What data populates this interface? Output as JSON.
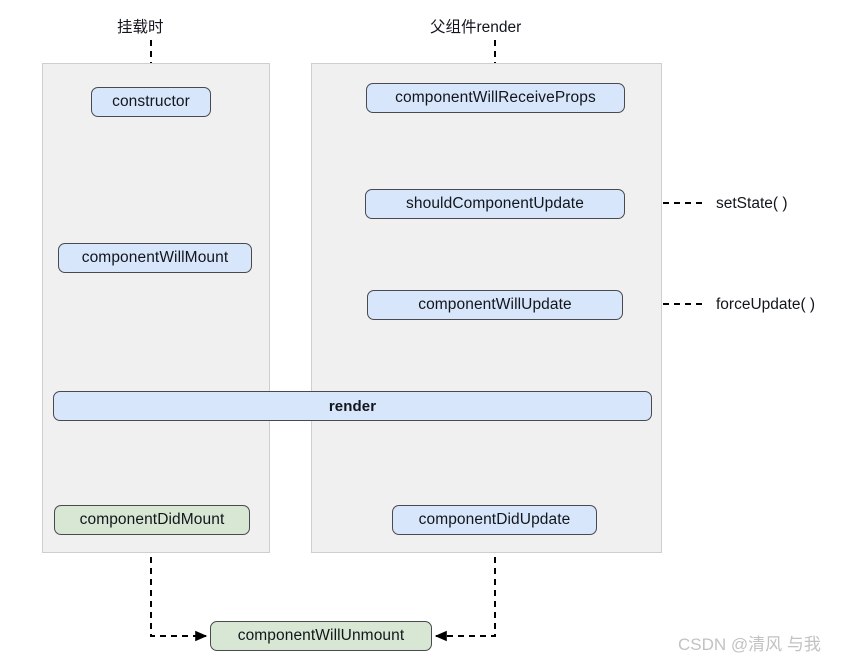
{
  "diagram": {
    "title_mount": "挂载时",
    "title_update": "父组件render",
    "watermark": "CSDN @清风 与我",
    "colors": {
      "blue_fill": "#d8e6fb",
      "green_fill": "#d7e7d3",
      "node_border": "#49494f",
      "panel_fill": "#f0f0f0",
      "panel_border": "#cfcfcf",
      "arrow": "#000000",
      "watermark": "#c2c2c2"
    },
    "mount_panel": {
      "nodes": [
        {
          "label": "constructor",
          "style": "blue"
        },
        {
          "label": "componentWillMount",
          "style": "blue"
        },
        {
          "label": "componentDidMount",
          "style": "green"
        }
      ]
    },
    "update_panel": {
      "nodes": [
        {
          "label": "componentWillReceiveProps",
          "style": "blue"
        },
        {
          "label": "shouldComponentUpdate",
          "style": "blue"
        },
        {
          "label": "componentWillUpdate",
          "style": "blue"
        },
        {
          "label": "componentDidUpdate",
          "style": "blue"
        }
      ]
    },
    "shared": {
      "render_label": "render",
      "unmount_label": "componentWillUnmount"
    },
    "triggers": [
      {
        "label": "setState( )",
        "target": "shouldComponentUpdate"
      },
      {
        "label": "forceUpdate( )",
        "target": "componentWillUpdate"
      }
    ]
  }
}
